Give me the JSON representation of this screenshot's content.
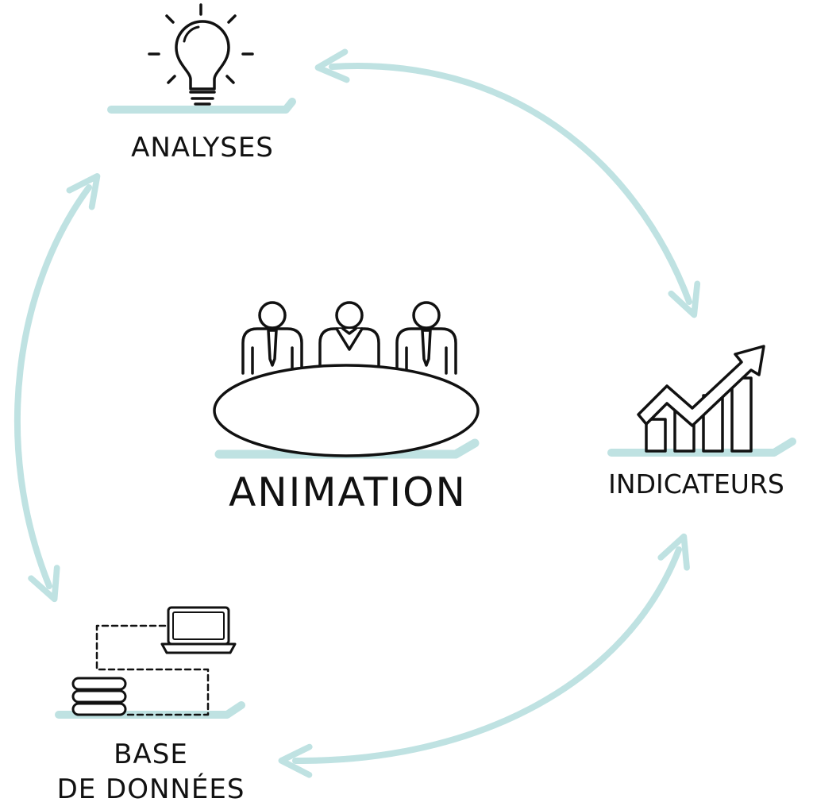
{
  "colors": {
    "accent": "#bfe2e2",
    "ink": "#111111",
    "background": "#ffffff"
  },
  "nodes": {
    "analyses": {
      "label": "ANALYSES",
      "icon": "lightbulb-icon"
    },
    "animation": {
      "label": "ANIMATION",
      "icon": "meeting-table-icon"
    },
    "indicateurs": {
      "label": "INDICATEURS",
      "icon": "growth-chart-icon"
    },
    "base_de_donnees": {
      "line1": "BASE",
      "line2": "DE DONNÉES",
      "icon": "database-laptop-icon"
    }
  },
  "cycle_arrows": [
    {
      "from": "analyses",
      "to": "indicateurs",
      "direction": "bidirectional"
    },
    {
      "from": "indicateurs",
      "to": "base_de_donnees",
      "direction": "bidirectional"
    },
    {
      "from": "base_de_donnees",
      "to": "analyses",
      "direction": "bidirectional"
    }
  ]
}
